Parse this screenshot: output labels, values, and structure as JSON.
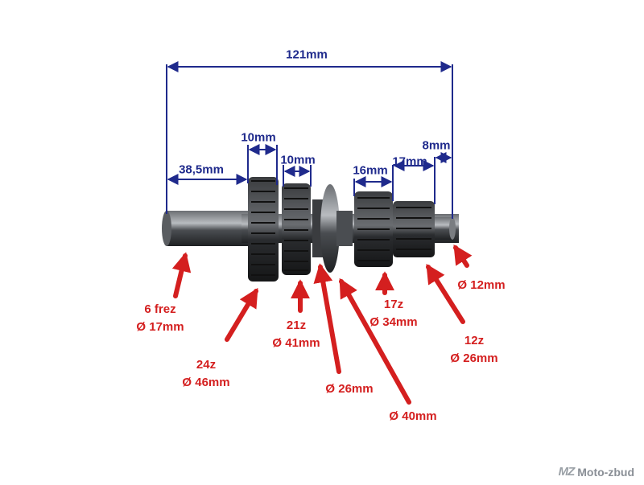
{
  "dimensions": {
    "total": "121mm",
    "left_section": "38,5mm",
    "gear24_width": "10mm",
    "gear21_width": "10mm",
    "gear17_width": "16mm",
    "gear12_width": "17mm",
    "end_section": "8mm"
  },
  "callouts": {
    "spline": {
      "line1": "6 frez",
      "line2": "Ø 17mm"
    },
    "gear24": {
      "line1": "24z",
      "line2": "Ø 46mm"
    },
    "gear21": {
      "line1": "21z",
      "line2": "Ø 41mm"
    },
    "collar_inner": {
      "line1": "Ø 26mm"
    },
    "collar_outer": {
      "line1": "Ø 40mm"
    },
    "gear17": {
      "line1": "17z",
      "line2": "Ø 34mm"
    },
    "gear12": {
      "line1": "12z",
      "line2": "Ø 26mm"
    },
    "shaft_end": {
      "line1": "Ø 12mm"
    }
  },
  "watermark": {
    "logo": "MZ",
    "brand": "Moto-zbud"
  },
  "colors": {
    "dimension": "#1f2a8c",
    "callout": "#d41f1f",
    "metal_dark": "#2b2d30",
    "metal_mid": "#55585c",
    "metal_light": "#9a9da1"
  }
}
